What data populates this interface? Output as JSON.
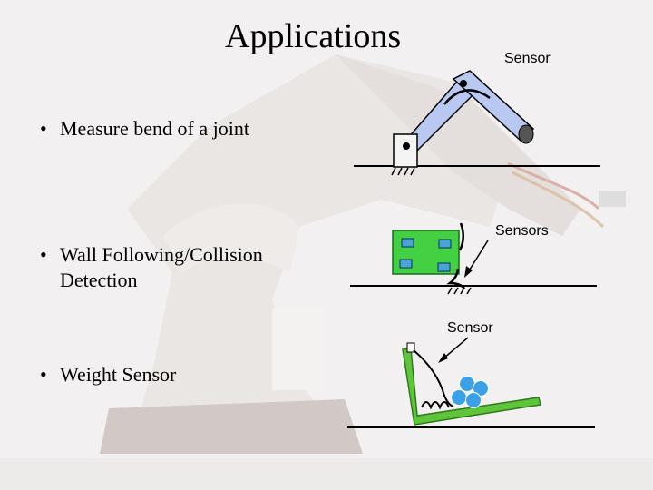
{
  "slide": {
    "title": "Applications",
    "bullets": [
      {
        "marker": "•",
        "text": "Measure bend of a joint"
      },
      {
        "marker": "•",
        "text": "Wall Following/Collision Detection"
      },
      {
        "marker": "•",
        "text": "Weight Sensor"
      }
    ],
    "labels": {
      "joint_sensor": "Sensor",
      "wall_sensors": "Sensors",
      "weight_sensor": "Sensor"
    }
  },
  "colors": {
    "arm_fill": "#b8c8f0",
    "robot_fill": "#43d043",
    "robot_window": "#4aa3d6",
    "tray": "#5ec43a",
    "balls": "#3aa0e8"
  }
}
